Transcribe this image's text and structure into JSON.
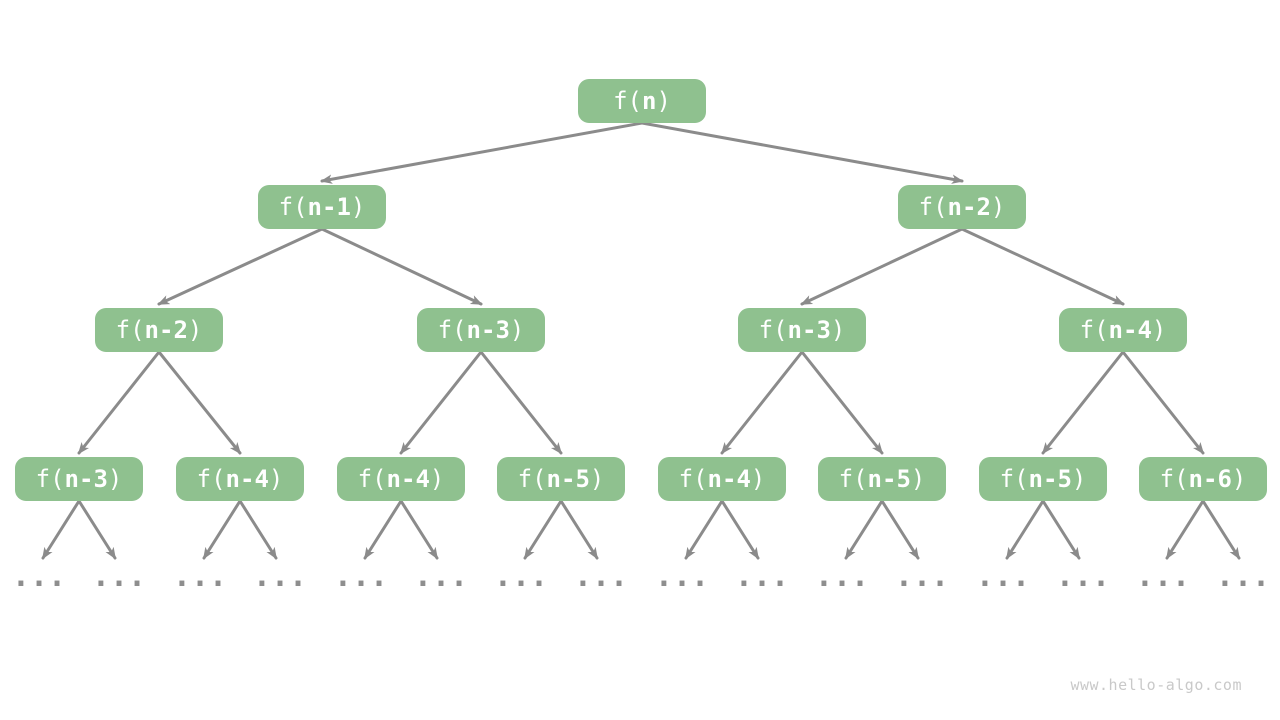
{
  "diagram": {
    "type": "recursion-tree",
    "watermark": "www.hello-algo.com",
    "leaf_label": "...",
    "colors": {
      "node_fill": "#8FC18F",
      "node_text": "#FFFFFF",
      "edge": "#8B8B8B",
      "leaf_dots": "#8E8E8E",
      "watermark": "#C9C9C9",
      "background": "#FFFFFF"
    },
    "nodes": [
      {
        "label": "f(n)",
        "prefix": "f(",
        "arg": "n",
        "suffix": ")",
        "level": 0
      },
      {
        "label": "f(n-1)",
        "prefix": "f(",
        "arg": "n-1",
        "suffix": ")",
        "level": 1
      },
      {
        "label": "f(n-2)",
        "prefix": "f(",
        "arg": "n-2",
        "suffix": ")",
        "level": 1
      },
      {
        "label": "f(n-2)",
        "prefix": "f(",
        "arg": "n-2",
        "suffix": ")",
        "level": 2
      },
      {
        "label": "f(n-3)",
        "prefix": "f(",
        "arg": "n-3",
        "suffix": ")",
        "level": 2
      },
      {
        "label": "f(n-3)",
        "prefix": "f(",
        "arg": "n-3",
        "suffix": ")",
        "level": 2
      },
      {
        "label": "f(n-4)",
        "prefix": "f(",
        "arg": "n-4",
        "suffix": ")",
        "level": 2
      },
      {
        "label": "f(n-3)",
        "prefix": "f(",
        "arg": "n-3",
        "suffix": ")",
        "level": 3
      },
      {
        "label": "f(n-4)",
        "prefix": "f(",
        "arg": "n-4",
        "suffix": ")",
        "level": 3
      },
      {
        "label": "f(n-4)",
        "prefix": "f(",
        "arg": "n-4",
        "suffix": ")",
        "level": 3
      },
      {
        "label": "f(n-5)",
        "prefix": "f(",
        "arg": "n-5",
        "suffix": ")",
        "level": 3
      },
      {
        "label": "f(n-4)",
        "prefix": "f(",
        "arg": "n-4",
        "suffix": ")",
        "level": 3
      },
      {
        "label": "f(n-5)",
        "prefix": "f(",
        "arg": "n-5",
        "suffix": ")",
        "level": 3
      },
      {
        "label": "f(n-5)",
        "prefix": "f(",
        "arg": "n-5",
        "suffix": ")",
        "level": 3
      },
      {
        "label": "f(n-6)",
        "prefix": "f(",
        "arg": "n-6",
        "suffix": ")",
        "level": 3
      }
    ],
    "edges": [
      [
        0,
        1
      ],
      [
        0,
        2
      ],
      [
        1,
        3
      ],
      [
        1,
        4
      ],
      [
        2,
        5
      ],
      [
        2,
        6
      ],
      [
        3,
        7
      ],
      [
        3,
        8
      ],
      [
        4,
        9
      ],
      [
        4,
        10
      ],
      [
        5,
        11
      ],
      [
        5,
        12
      ],
      [
        6,
        13
      ],
      [
        6,
        14
      ]
    ],
    "ellipsis_leaves_per_bottom_node": 2
  }
}
